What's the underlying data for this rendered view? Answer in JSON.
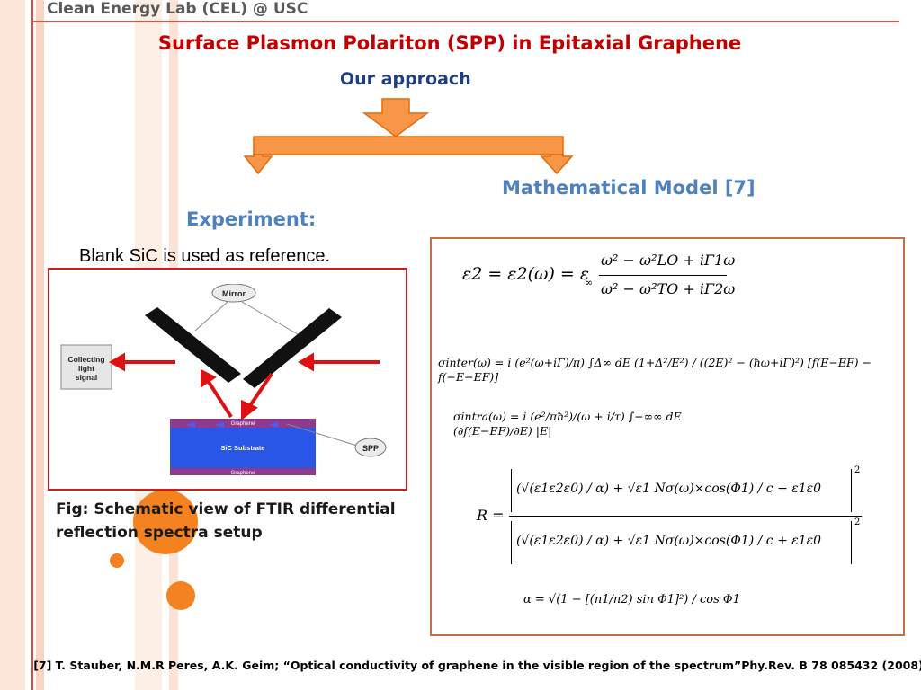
{
  "header": {
    "text": "Clean Energy Lab (CEL) @  USC"
  },
  "title": "Surface Plasmon Polariton (SPP) in Epitaxial Graphene",
  "approach_label": "Our approach",
  "experiment_label": "Experiment:",
  "model_label": "Mathematical Model [7]",
  "reference_note": "Blank SiC is used as reference.",
  "diagram": {
    "mirror": "Mirror",
    "collecting": [
      "Collecting",
      "light",
      "signal"
    ],
    "graphene_top": "Graphene",
    "substrate": "SiC Substrate",
    "graphene_bottom": "Graphene",
    "spp": "SPP"
  },
  "caption": "Fig: Schematic view of FTIR  differential reflection spectra setup",
  "equations": {
    "eps_lhs": "ε2 = ε2(ω) = ε",
    "eps_sub": "∞",
    "eps_num": "ω² − ω²LO + iΓ1ω",
    "eps_den": "ω² − ω²TO + iΓ2ω",
    "sigma_inter": "σinter(ω) = i (e²(ω+iΓ)/π) ∫Δ∞ dE  (1+Δ²/E²) / ((2E)² − (ħω+iΓ)²) [f(E−EF) − f(−E−EF)]",
    "sigma_intra": "σintra(ω) = i (e²/πħ²)/(ω + i/τ) ∫−∞∞ dE (∂f(E−EF)/∂E) |E|",
    "R_num": "(√(ε1ε2ε0) / α) + √ε1 Nσ(ω)×cos(Φ1) / c − ε1ε0",
    "R_den": "(√(ε1ε2ε0) / α) + √ε1 Nσ(ω)×cos(Φ1) / c + ε1ε0",
    "alpha": "α = √(1 − [(n1/n2) sin Φ1]²) / cos Φ1"
  },
  "footnote": "[7] T. Stauber, N.M.R Peres, A.K. Geim; “Optical conductivity of graphene in the visible region of the spectrum”Phy.Rev. B 78 085432 (2008)",
  "colors": {
    "title": "#c00000",
    "accent_blue": "#4f81bd",
    "dark_blue": "#1f3f7f",
    "orange": "#f58220",
    "arrow_orange": "#f79646",
    "frame_red": "#d01c1c"
  }
}
